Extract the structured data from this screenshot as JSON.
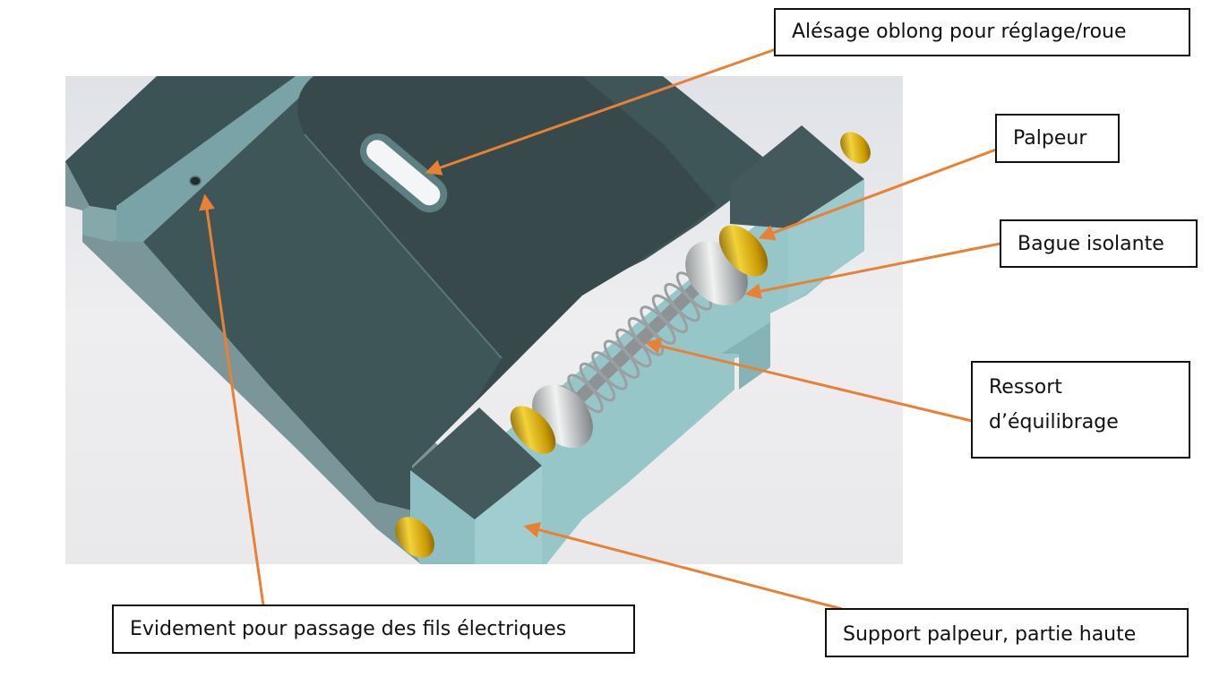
{
  "figure": {
    "description": "3D CAD render of a probe support (upper part) with labelled components",
    "colors": {
      "leader_line": "#E98135",
      "part_dark_face": "#3E5558",
      "part_light_face": "#97C6C9",
      "part_mid_face": "#7A9597",
      "brass": "#D4A20E",
      "steel": "#B9BDBF",
      "background_render": "#E6E8EC",
      "callout_border": "#111111"
    }
  },
  "callouts": [
    {
      "id": "alesage",
      "label": "Alésage oblong pour réglage/roue"
    },
    {
      "id": "palpeur",
      "label": "Palpeur"
    },
    {
      "id": "bague",
      "label": "Bague isolante"
    },
    {
      "id": "ressort",
      "label_line1": "Ressort",
      "label_line2": "d’équilibrage"
    },
    {
      "id": "evidement",
      "label": "Evidement pour passage des fils électriques"
    },
    {
      "id": "support",
      "label": "Support palpeur, partie haute"
    }
  ]
}
